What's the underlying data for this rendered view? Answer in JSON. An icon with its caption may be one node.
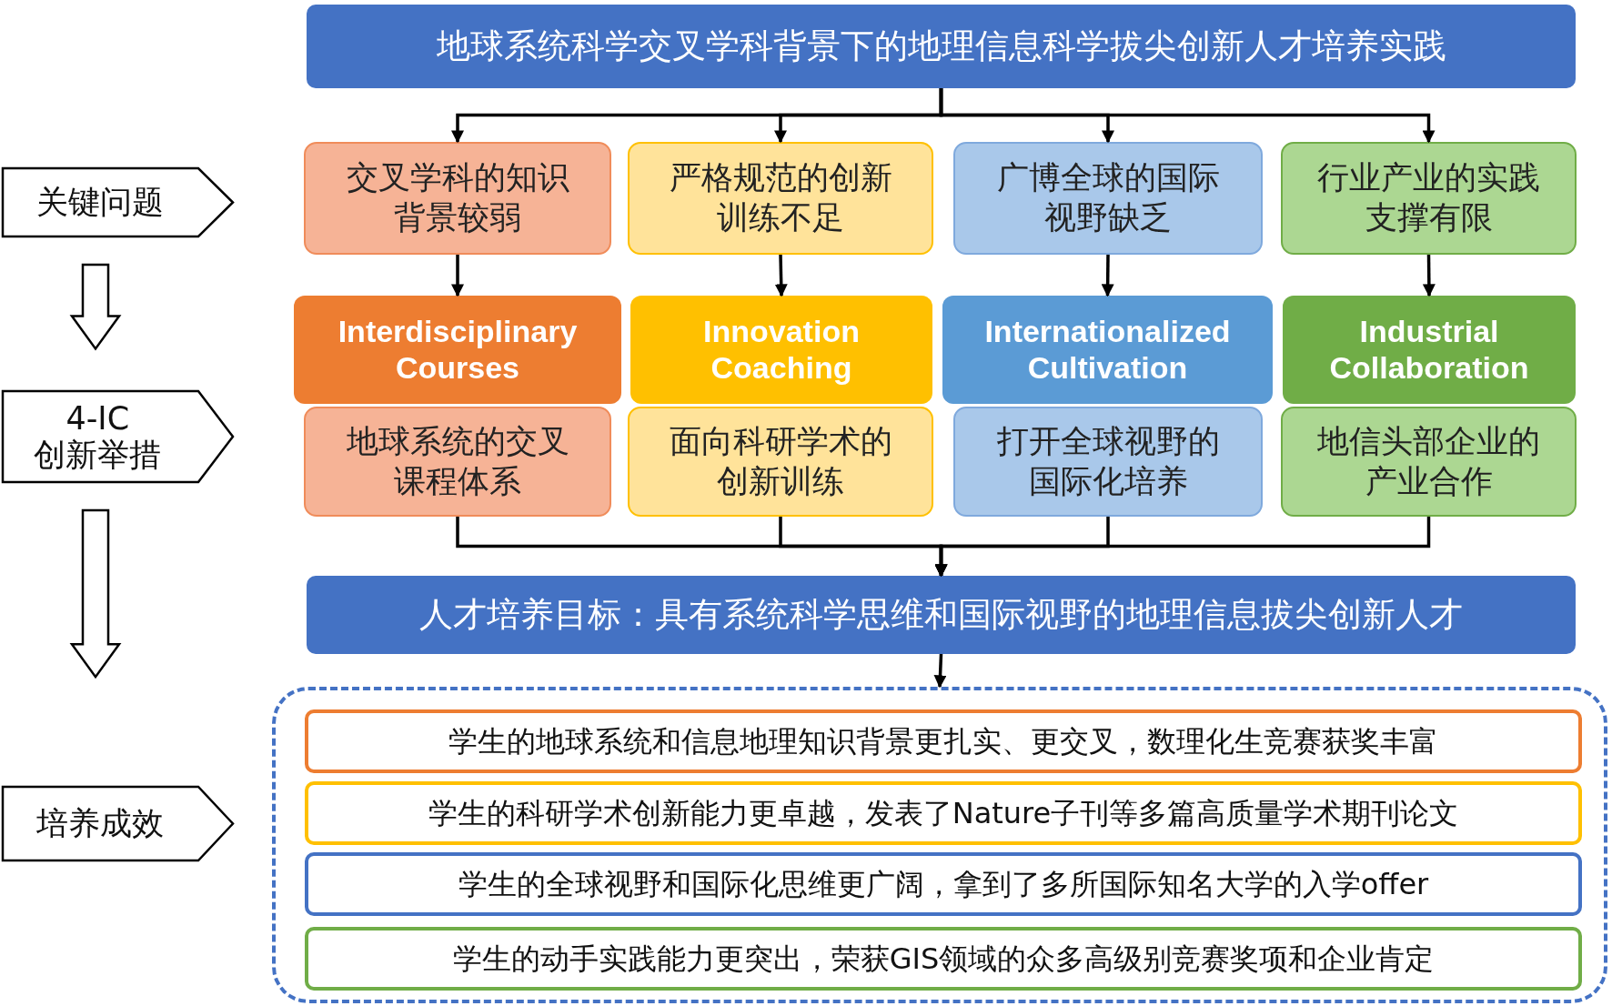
{
  "diagram": {
    "nodes": [
      {
        "text": [
          "地球系统科学交叉学科背景下的地理信息科学拔尖创新人才培养实践"
        ]
      },
      {
        "text": [
          "交叉学科的知识背景较弱"
        ]
      },
      {
        "text": [
          "严格规范的创新训练不足"
        ]
      },
      {
        "text": [
          "广博全球的国际视野缺乏"
        ]
      },
      {
        "text": [
          "行业产业的实践支撑有限"
        ]
      },
      {
        "text": [
          "Interdisciplinary Courses"
        ]
      },
      {
        "text": [
          "Innovation Coaching"
        ]
      },
      {
        "text": [
          "Internationalized Cultivation"
        ]
      },
      {
        "text": [
          "Industrial Collaboration"
        ]
      },
      {
        "text": [
          "地球系统的交叉课程体系"
        ]
      },
      {
        "text": [
          "面向科研学术的创新训练"
        ]
      },
      {
        "text": [
          "打开全球视野的国际化培养"
        ]
      },
      {
        "text": [
          "地信头部企业的产业合作"
        ]
      },
      {
        "text": [
          "人才培养目标：具有系统科学思维和国际视野的地理信息拔尖创新人才"
        ]
      },
      {
        "text": [],
        "shape": "box"
      },
      {
        "text": [
          "学生的地球系统和信息地理知识背景更扎实、更交叉，数理化生竞赛获奖丰富"
        ],
        "in": 14
      },
      {
        "text": [
          "学生的科研学术创新能力更卓越，发表了Nature子刊等多篇高质量学术期刊论文"
        ],
        "in": 14
      },
      {
        "text": [
          "学生的全球视野和国际化思维更广阔，拿到了多所国际知名大学的入学offer"
        ],
        "in": 14
      },
      {
        "text": [
          "学生的动手实践能力更突出，荣获GIS领域的众多高级别竞赛奖项和企业肯定"
        ],
        "in": 14
      },
      {
        "text": [
          "关键问题"
        ]
      },
      {
        "text": [
          "4-IC 创新举措"
        ]
      },
      {
        "text": [
          "培养成效"
        ]
      }
    ],
    "edges": [
      {
        "from": 0,
        "to": 1,
        "arrow": "to"
      },
      {
        "from": 0,
        "to": 2,
        "arrow": "to"
      },
      {
        "from": 0,
        "to": 3,
        "arrow": "to"
      },
      {
        "from": 0,
        "to": 4,
        "arrow": "to"
      },
      {
        "from": 1,
        "to": 5,
        "arrow": "to"
      },
      {
        "from": 2,
        "to": 6,
        "arrow": "to"
      },
      {
        "from": 3,
        "to": 7,
        "arrow": "to"
      },
      {
        "from": 4,
        "to": 8,
        "arrow": "to"
      },
      {
        "from": 9,
        "to": 13,
        "arrow": "to"
      },
      {
        "from": 10,
        "to": 13,
        "arrow": "to"
      },
      {
        "from": 11,
        "to": 13,
        "arrow": "to"
      },
      {
        "from": 12,
        "to": 13,
        "arrow": "to"
      },
      {
        "from": 13,
        "to": 14,
        "arrow": "to"
      },
      {
        "from": 19,
        "to": 20,
        "arrow": "to",
        "style": "thick"
      },
      {
        "from": 20,
        "to": 21,
        "arrow": "to",
        "style": "thick"
      }
    ]
  }
}
